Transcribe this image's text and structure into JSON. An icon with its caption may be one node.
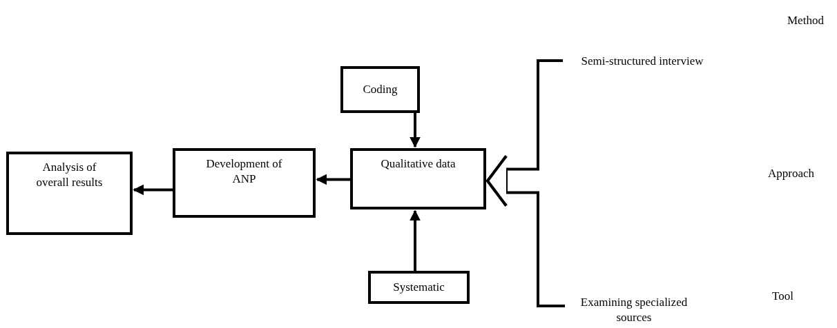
{
  "diagram": {
    "nodes": [
      {
        "text": [
          "Coding"
        ]
      },
      {
        "text": [
          "Qualitative data"
        ]
      },
      {
        "text": [
          "Development of ANP"
        ]
      },
      {
        "text": [
          "Analysis of overall results"
        ]
      },
      {
        "text": [
          "Systematic"
        ]
      },
      {
        "text": [
          "Semi-structured interview"
        ]
      },
      {
        "text": [
          "Examining specialized sources"
        ]
      }
    ],
    "edges": [
      {
        "from": 0,
        "to": 1,
        "arrow": "to"
      },
      {
        "from": 4,
        "to": 1,
        "arrow": "to"
      },
      {
        "from": 1,
        "to": 2,
        "arrow": "to"
      },
      {
        "from": 2,
        "to": 3,
        "arrow": "to"
      },
      {
        "from": 5,
        "to": 1,
        "arrow": "to"
      },
      {
        "from": 6,
        "to": 1,
        "arrow": "to"
      }
    ],
    "labels": [
      "Method",
      "Approach",
      "Tool"
    ]
  }
}
